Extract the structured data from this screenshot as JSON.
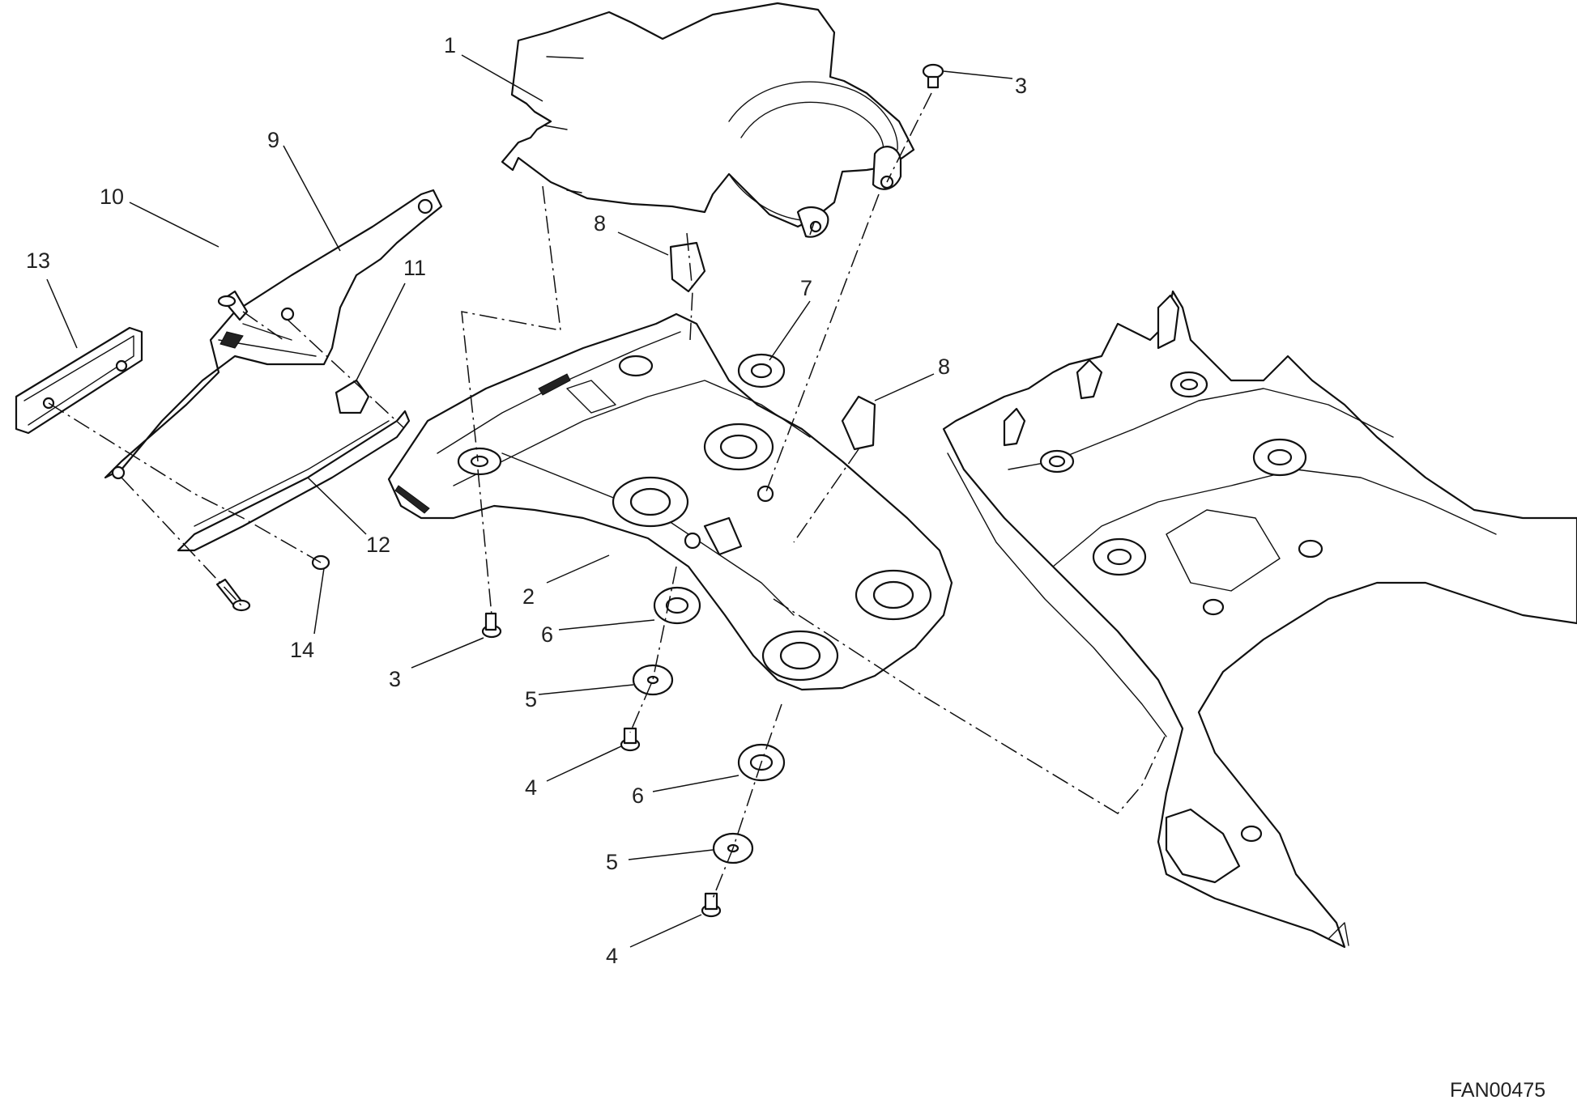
{
  "figure_code": "FAN00475",
  "callouts": {
    "c1": "1",
    "c2": "2",
    "c3a": "3",
    "c3b": "3",
    "c4a": "4",
    "c4b": "4",
    "c5a": "5",
    "c5b": "5",
    "c6a": "6",
    "c6b": "6",
    "c7": "7",
    "c8a": "8",
    "c8b": "8",
    "c9": "9",
    "c10": "10",
    "c11": "11",
    "c12": "12",
    "c13": "13",
    "c14": "14"
  }
}
